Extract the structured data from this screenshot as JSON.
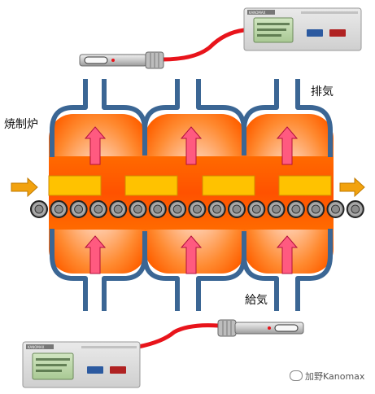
{
  "labels": {
    "furnace": "焼制炉",
    "exhaust": "排気",
    "supply": "給気"
  },
  "watermark": {
    "text": "加野Kanomax"
  },
  "device": {
    "brand": "KANOMAX"
  },
  "colors": {
    "duct": "#3b6694",
    "heat_outer": "#ff6a00",
    "heat_inner": "#ffc9a6",
    "product": "#ffc200",
    "arrow": "#ff5a80",
    "cable": "#e8141b",
    "flow_arrow": "#f2a20e"
  }
}
